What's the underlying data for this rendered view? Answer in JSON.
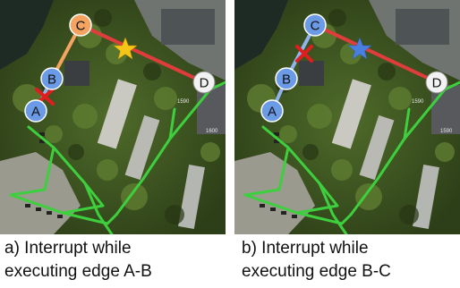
{
  "panels": [
    {
      "id": "a",
      "caption_line1": "a) Interrupt while",
      "caption_line2": "executing edge A-B",
      "nodes": {
        "A": "A",
        "B": "B",
        "C": "C",
        "D": "D"
      },
      "colors": {
        "node_C": "#f4a460",
        "edge_BC": "#f4a460",
        "star": "#f5c518"
      }
    },
    {
      "id": "b",
      "caption_line1": "b) Interrupt while",
      "caption_line2": "executing edge B-C",
      "nodes": {
        "A": "A",
        "B": "B",
        "C": "C",
        "D": "D"
      },
      "colors": {
        "node_C": "#6b9ae6",
        "edge_BC": "#8fb3ea",
        "star": "#4a7fe0"
      }
    }
  ],
  "colors": {
    "node_A": "#6b9ae6",
    "node_B": "#6b9ae6",
    "node_D": "#f2f2f2",
    "edge_AB": "#8fb3ea",
    "edge_CD": "#e03c3c",
    "interrupt_mark": "#e01e1e",
    "path": "#3ecf3e"
  },
  "map_labels": [
    "1590",
    "1600",
    "1590"
  ]
}
